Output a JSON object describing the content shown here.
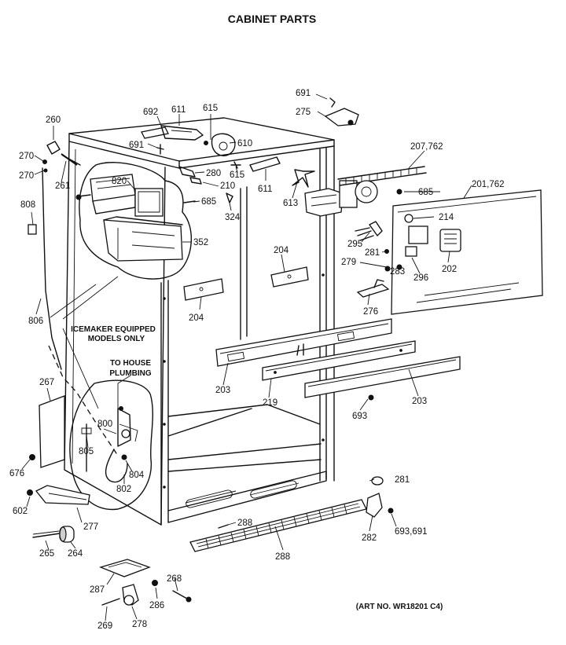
{
  "title": "CABINET PARTS",
  "art_number": "(ART NO. WR18201 C4)",
  "notes": {
    "icemaker_line1": "ICEMAKER EQUIPPED",
    "icemaker_line2": "MODELS ONLY",
    "plumbing_line1": "TO HOUSE",
    "plumbing_line2": "PLUMBING"
  },
  "labels": {
    "p260": "260",
    "p270a": "270",
    "p270b": "270",
    "p261": "261",
    "p808": "808",
    "p806": "806",
    "p267": "267",
    "p676": "676",
    "p602": "602",
    "p277": "277",
    "p265": "265",
    "p264": "264",
    "p692": "692",
    "p611a": "611",
    "p615a": "615",
    "p691a": "691",
    "p610": "610",
    "p280": "280",
    "p210": "210",
    "p615b": "615",
    "p611b": "611",
    "p820": "820",
    "p685a": "685",
    "p324": "324",
    "p352": "352",
    "p204a": "204",
    "p204b": "204",
    "p691b": "691",
    "p275": "275",
    "p613": "613",
    "p207": "207,762",
    "p685b": "685",
    "p201": "201,762",
    "p214": "214",
    "p295": "295",
    "p281a": "281",
    "p279": "279",
    "p283": "283",
    "p296": "296",
    "p202": "202",
    "p276": "276",
    "p203a": "203",
    "p219": "219",
    "p203b": "203",
    "p693": "693",
    "p800": "800",
    "p805": "805",
    "p804": "804",
    "p802": "802",
    "p288a": "288",
    "p288b": "288",
    "p281b": "281",
    "p282": "282",
    "p693b": "693,691",
    "p287": "287",
    "p268": "268",
    "p286": "286",
    "p269": "269",
    "p278": "278"
  }
}
